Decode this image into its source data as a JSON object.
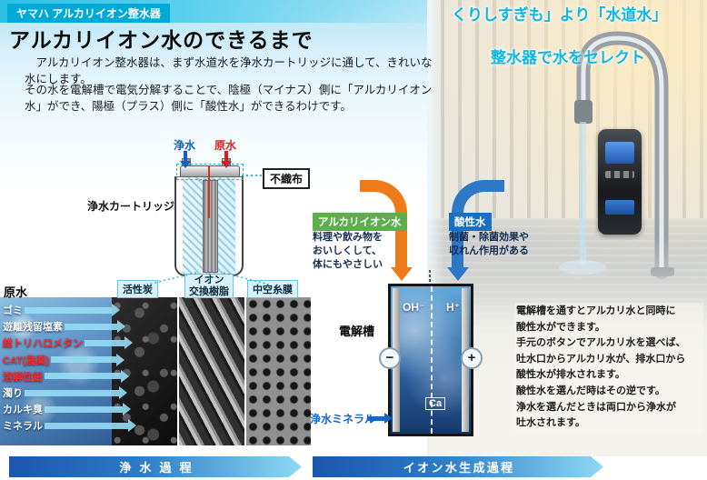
{
  "header": {
    "badge": "ヤマハ アルカリイオン整水器",
    "title": "アルカリイオン水のできるまで"
  },
  "bg_fragments": {
    "line1": "くりしすぎも」より「水道水」",
    "line2": "整水器で水をセレクト"
  },
  "intro": {
    "p1": "　アルカリイオン整水器は、まず水道水を浄水カートリッジに通して、きれいな水にします。",
    "p2": "その水を電解槽で電気分解することで、陰極（マイナス）側に「アルカリイオン水」ができ、陽極（プラス）側に「酸性水」ができるわけです。"
  },
  "cartridge": {
    "clean_label": "浄水",
    "raw_label": "原水",
    "nonwoven_label": "不織布",
    "name": "浄水カートリッジ"
  },
  "filter_labels": {
    "carbon": "活性炭",
    "resin": "イオン\n交換樹脂",
    "membrane": "中空糸膜"
  },
  "raw_water": {
    "title": "原水",
    "items": [
      {
        "label": "ゴミ",
        "red": false
      },
      {
        "label": "遊離残留塩素",
        "red": false
      },
      {
        "label": "総トリハロメタン",
        "red": true
      },
      {
        "label": "CAT(農薬)",
        "red": true
      },
      {
        "label": "溶解性鉛",
        "red": true
      },
      {
        "label": "濁り",
        "red": false
      },
      {
        "label": "カルキ臭",
        "red": false
      },
      {
        "label": "ミネラル",
        "red": false
      }
    ]
  },
  "tank": {
    "label": "電解槽",
    "anion": "OH⁻",
    "cation": "H⁺",
    "calcium": "Ca",
    "minus_symbol": "−",
    "plus_symbol": "+",
    "mineral_label": "浄水ミネラル"
  },
  "alkaline": {
    "title": "アルカリイオン水",
    "desc": "料理や飲み物をおいしくして、体にもやさしい"
  },
  "acid": {
    "title": "酸性水",
    "desc": "制菌・除菌効果や収れん作用がある"
  },
  "note": {
    "text": "電解槽を通すとアルカリ水と同時に\n酸性水ができます。\n手元のボタンでアルカリ水を選べば、\n吐水口からアルカリ水が、排水口から\n酸性水が排水されます。\n酸性水を選んだ時はその逆です。\n浄水を選んだときは両口から浄水が\n吐水されます。"
  },
  "banners": {
    "purification": "浄水過程",
    "ion_generation": "イオン水生成過程"
  },
  "colors": {
    "accent_cyan": "#2cc0e4",
    "alkaline_green": "#5fae4e",
    "acid_blue": "#176fc1",
    "flow_orange": "#ee7a1a",
    "flow_blue": "#2e78c8"
  }
}
